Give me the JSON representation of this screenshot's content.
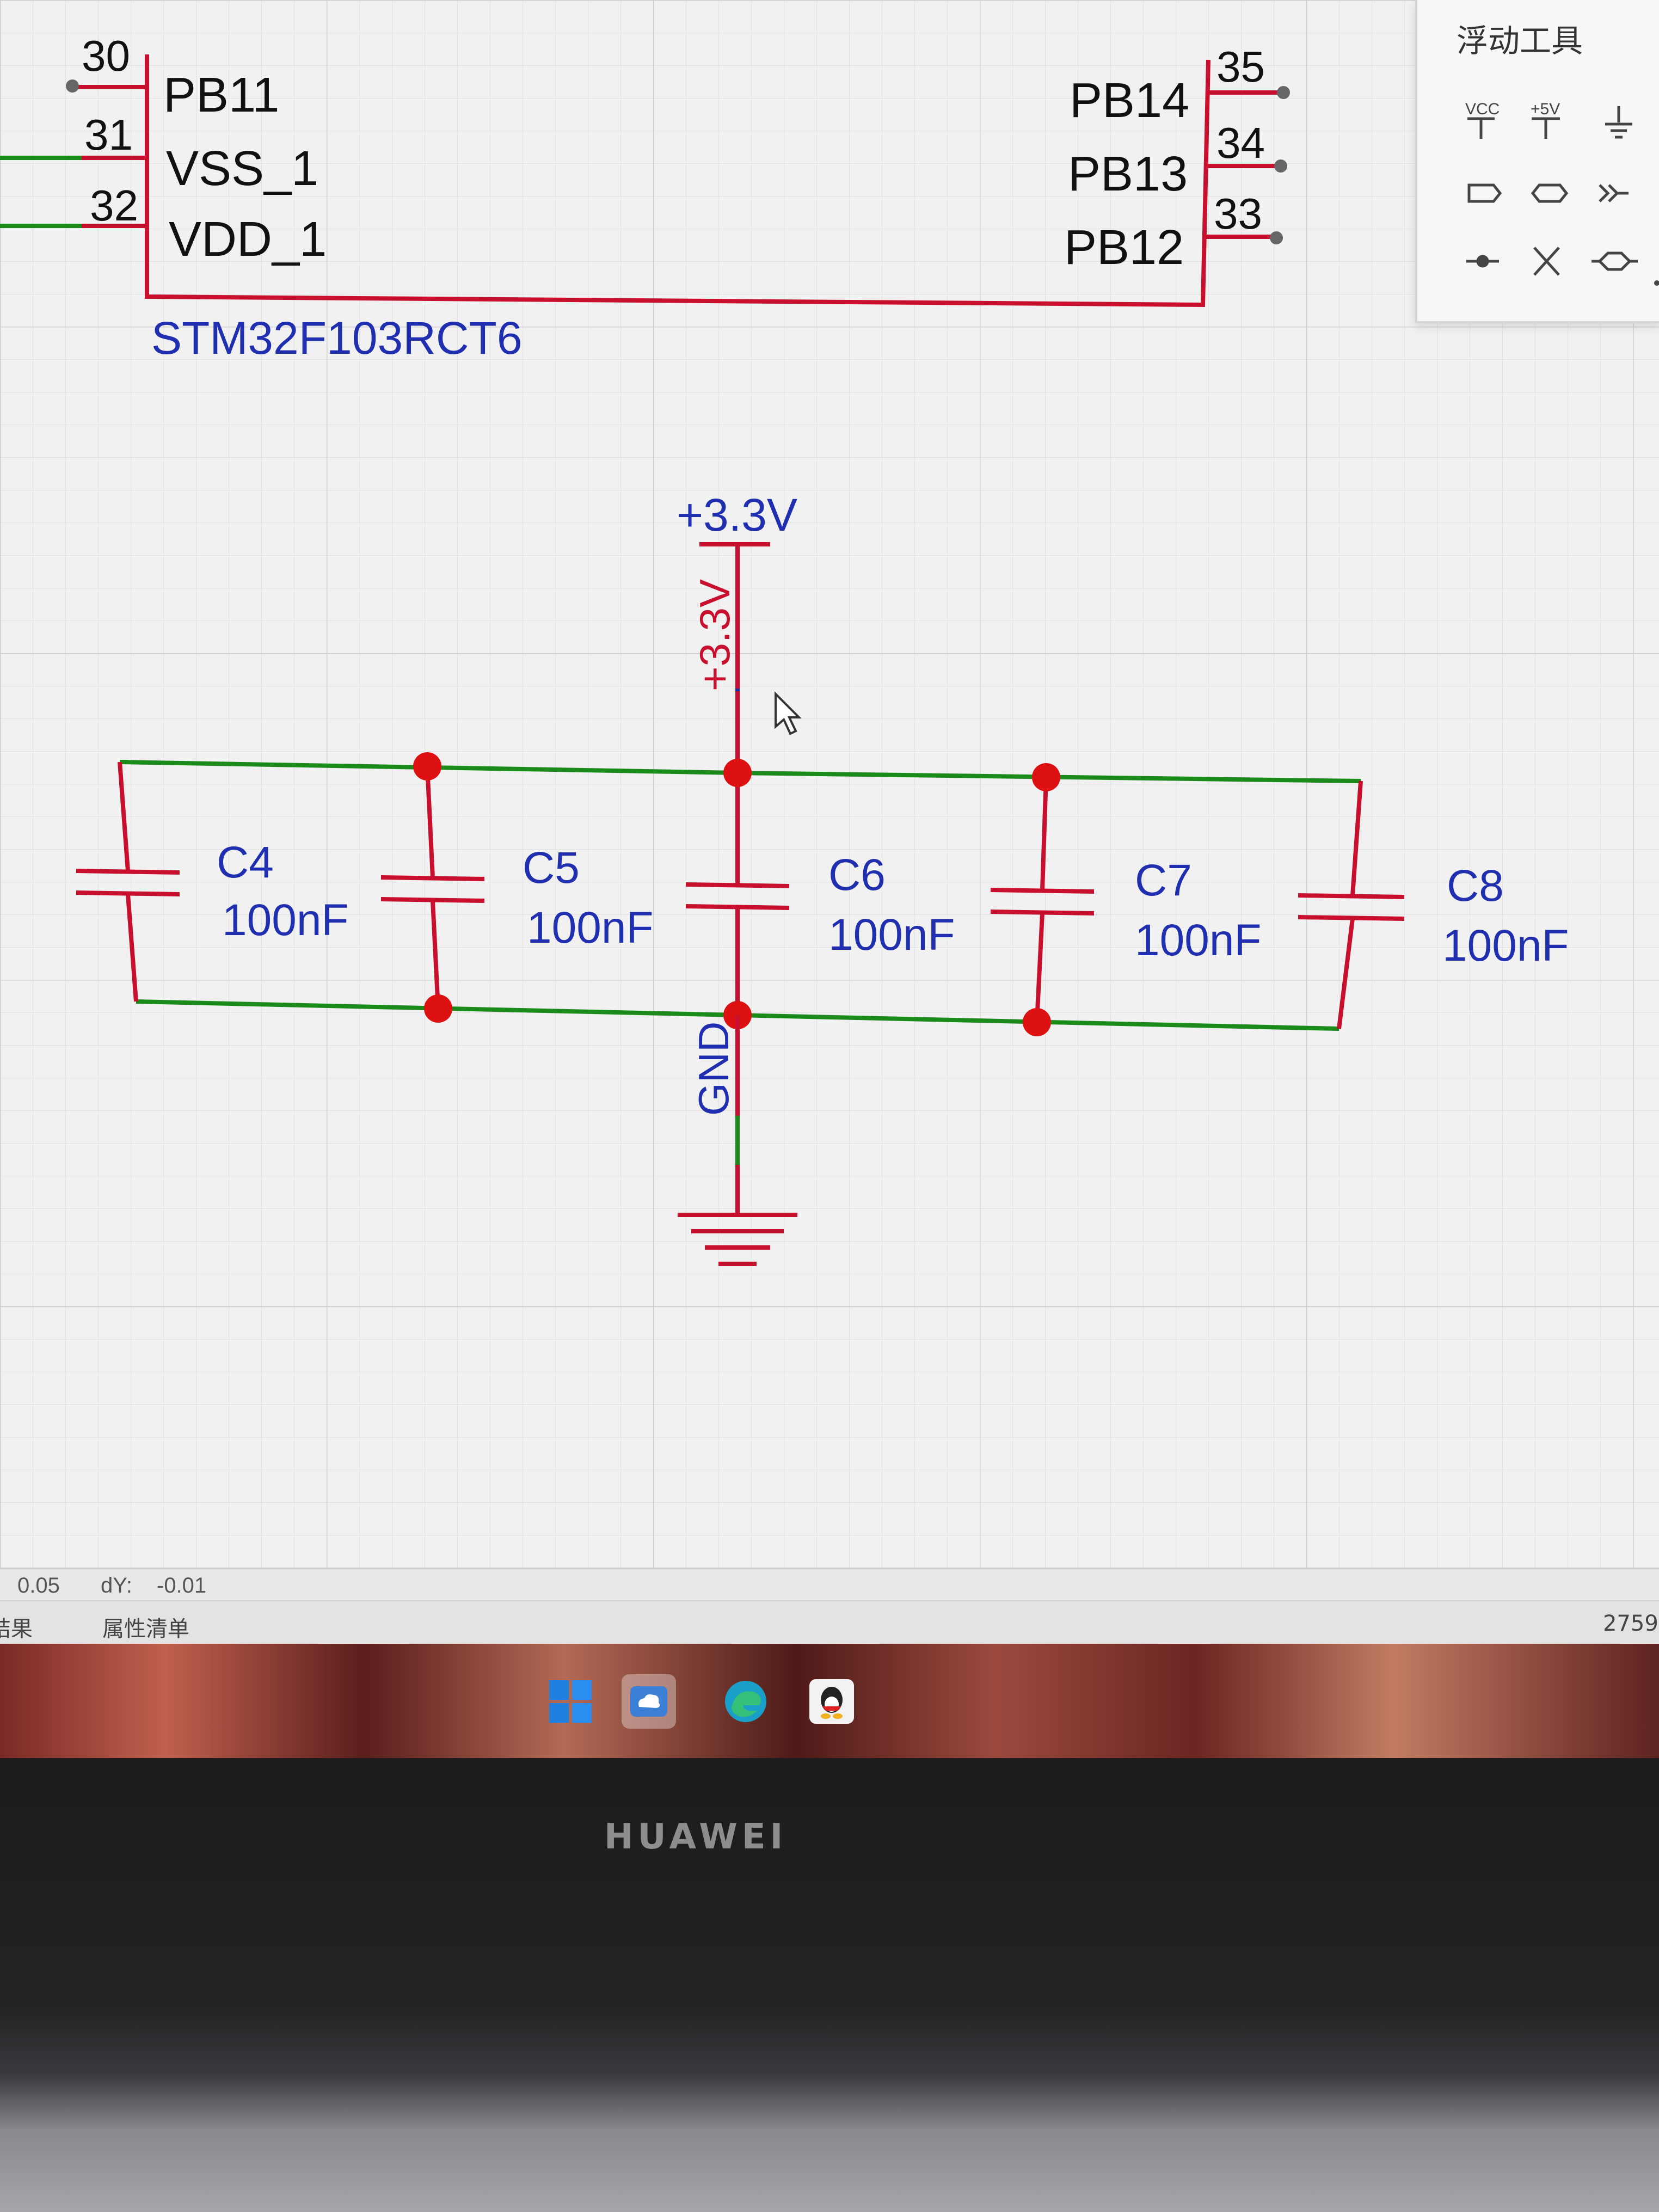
{
  "float_toolbar": {
    "title": "浮动工具",
    "tools": [
      {
        "name": "vcc-power-icon",
        "label": "VCC"
      },
      {
        "name": "plus5v-power-icon",
        "label": "+5V"
      },
      {
        "name": "ground-icon",
        "label": ""
      },
      {
        "name": "net-port-icon",
        "label": ""
      },
      {
        "name": "net-flag-icon",
        "label": ""
      },
      {
        "name": "bus-entry-icon",
        "label": ""
      },
      {
        "name": "junction-icon",
        "label": ""
      },
      {
        "name": "no-connect-icon",
        "label": ""
      },
      {
        "name": "net-label-icon",
        "label": ""
      }
    ]
  },
  "schematic": {
    "chip": {
      "part": "STM32F103RCT6",
      "left_pins": [
        {
          "num": "30",
          "name": ""
        },
        {
          "num": "31",
          "name": "PB11"
        },
        {
          "num": "32",
          "name": "VSS_1"
        },
        {
          "num": "",
          "name": "VDD_1"
        }
      ],
      "right_pins": [
        {
          "num": "35",
          "name": "PB14"
        },
        {
          "num": "34",
          "name": "PB13"
        },
        {
          "num": "33",
          "name": "PB12"
        }
      ]
    },
    "power_label": "+3.3V",
    "power_net_label": "+3.3V",
    "gnd_net_label": "GND",
    "capacitors": [
      {
        "ref": "C4",
        "value": "100nF"
      },
      {
        "ref": "C5",
        "value": "100nF"
      },
      {
        "ref": "C6",
        "value": "100nF"
      },
      {
        "ref": "C7",
        "value": "100nF"
      },
      {
        "ref": "C8",
        "value": "100nF"
      }
    ],
    "colors": {
      "wire": "#1a8a1a",
      "pin": "#c8102e",
      "text": "#1f2fb0",
      "junction": "#dd1111",
      "grid": "#dcdcdc"
    }
  },
  "statusbar": {
    "x_value": "0.05",
    "dy_label": "dY:",
    "dy_value": "-0.01"
  },
  "panel": {
    "tab1": "结果",
    "tab2": "属性清单",
    "coord": "2759"
  },
  "taskbar": {
    "icons": [
      {
        "name": "windows-start-icon"
      },
      {
        "name": "cloud-app-icon"
      },
      {
        "name": "edge-browser-icon"
      },
      {
        "name": "qq-icon"
      }
    ]
  },
  "laptop": {
    "brand": "HUAWEI"
  }
}
